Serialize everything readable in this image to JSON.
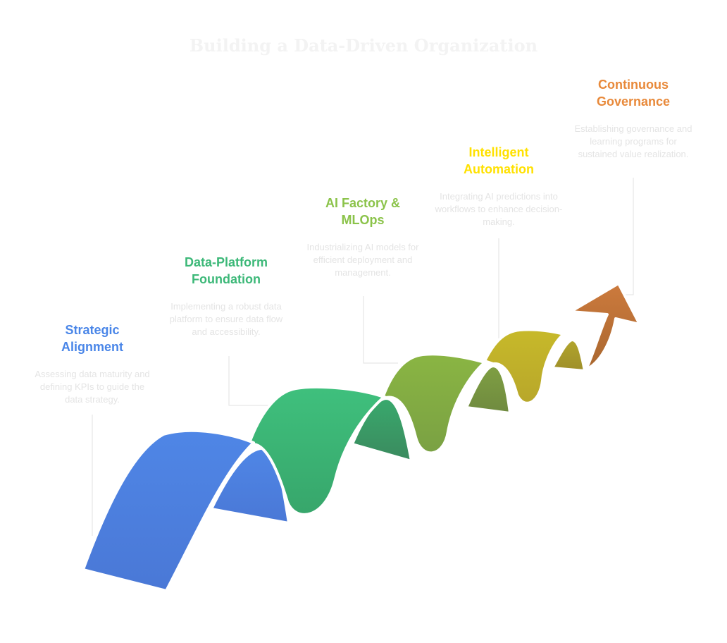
{
  "title": "Building a Data-Driven Organization",
  "steps": [
    {
      "title_line1": "Strategic",
      "title_line2": "Alignment",
      "description": "Assessing data maturity and defining KPIs to guide the data strategy.",
      "color": "#4a86e8"
    },
    {
      "title_line1": "Data-Platform",
      "title_line2": "Foundation",
      "description": "Implementing a robust data platform to ensure data flow and accessibility.",
      "color": "#3cb878"
    },
    {
      "title_line1": "AI Factory &",
      "title_line2": "MLOps",
      "description": "Industrializing AI models for efficient deployment and management.",
      "color": "#8bc34a"
    },
    {
      "title_line1": "Intelligent",
      "title_line2": "Automation",
      "description": "Integrating AI predictions into workflows to enhance decision-making.",
      "color": "#ffe100"
    },
    {
      "title_line1": "Continuous",
      "title_line2": "Governance",
      "description": "Establishing governance and learning programs for sustained value realization.",
      "color": "#e8893a"
    }
  ]
}
